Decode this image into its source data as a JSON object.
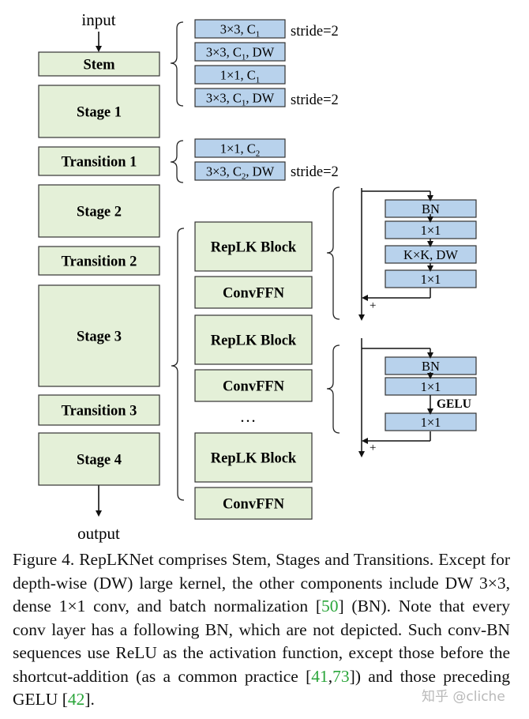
{
  "io": {
    "input": "input",
    "output": "output"
  },
  "main_blocks": [
    "Stem",
    "Stage 1",
    "Transition 1",
    "Stage 2",
    "Transition 2",
    "Stage 3",
    "Transition 3",
    "Stage 4"
  ],
  "stem_detail": [
    {
      "text": "3×3, C",
      "sub": "1",
      "suffix": ""
    },
    {
      "text": "3×3, C",
      "sub": "1",
      "suffix": ", DW"
    },
    {
      "text": "1×1, C",
      "sub": "1",
      "suffix": ""
    },
    {
      "text": "3×3, C",
      "sub": "1",
      "suffix": ", DW"
    }
  ],
  "transition_detail": [
    {
      "text": "1×1, C",
      "sub": "2",
      "suffix": ""
    },
    {
      "text": "3×3, C",
      "sub": "2",
      "suffix": ", DW"
    }
  ],
  "stride_label": "stride=2",
  "stage_blocks": [
    "RepLK Block",
    "ConvFFN",
    "RepLK Block",
    "ConvFFN",
    "RepLK Block",
    "ConvFFN"
  ],
  "ellipsis": "…",
  "replk_detail": [
    "BN",
    "1×1",
    "K×K, DW",
    "1×1"
  ],
  "convffn_detail": [
    "BN",
    "1×1",
    "1×1"
  ],
  "gelu_label": "GELU",
  "plus_sign": "+",
  "caption": {
    "text": "Figure 4. RepLKNet comprises Stem, Stages and Transitions. Except for depth-wise (DW) large kernel, the other components include DW 3×3, dense 1×1 conv, and batch normalization [",
    "ref1": "50",
    "text2": "] (BN). Note that every conv layer has a following BN, which are not depicted. Such conv-BN sequences use ReLU as the activation function, except those before the shortcut-addition (as a common practice [",
    "ref2": "41",
    "sep": ",",
    "ref3": "73",
    "text3": "]) and those preceding GELU [",
    "ref4": "42",
    "text4": "]."
  },
  "watermark": "知乎 @cliche",
  "colors": {
    "green_fill": "#e4f0d8",
    "blue_fill": "#b8d2ec",
    "stroke": "#333333",
    "cite": "#2aa53a"
  }
}
